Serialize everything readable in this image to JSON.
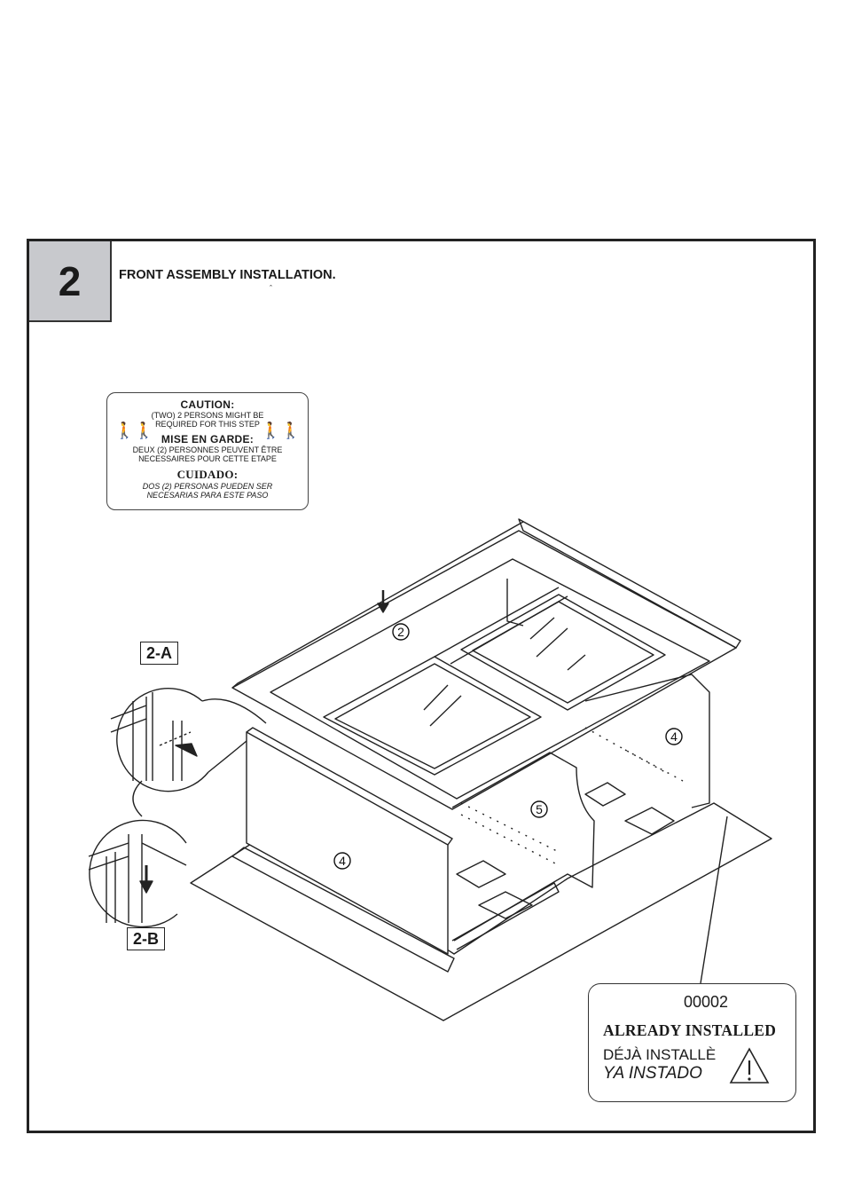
{
  "step": {
    "number": "2",
    "title": "FRONT ASSEMBLY INSTALLATION.",
    "caret": "ˆ"
  },
  "caution": {
    "en_heading": "CAUTION:",
    "en_line1": "(TWO) 2 PERSONS MIGHT BE",
    "en_line2": "REQUIRED FOR THIS STEP",
    "fr_heading": "MISE EN GARDE:",
    "fr_line1": "DEUX (2) PERSONNES PEUVENT ÊTRE",
    "fr_line2": "NECESSAIRES POUR CETTE ETAPE",
    "es_heading": "CUIDADO:",
    "es_line1": "DOS (2) PERSONAS PUEDEN SER",
    "es_line2": "NECESARIAS PARA ESTE PASO"
  },
  "callouts": {
    "detail_a": "2-A",
    "detail_b": "2-B",
    "part_2": "2",
    "part_4_left": "4",
    "part_4_right": "4",
    "part_5": "5"
  },
  "installed_label": {
    "code": "00002",
    "en": "ALREADY INSTALLED",
    "fr": "DÉJÀ INSTALLÈ",
    "es": "YA INSTADO"
  },
  "icons": [
    "two-persons-icon",
    "warning-triangle-icon",
    "down-arrow-icon",
    "push-arrow-icon"
  ]
}
